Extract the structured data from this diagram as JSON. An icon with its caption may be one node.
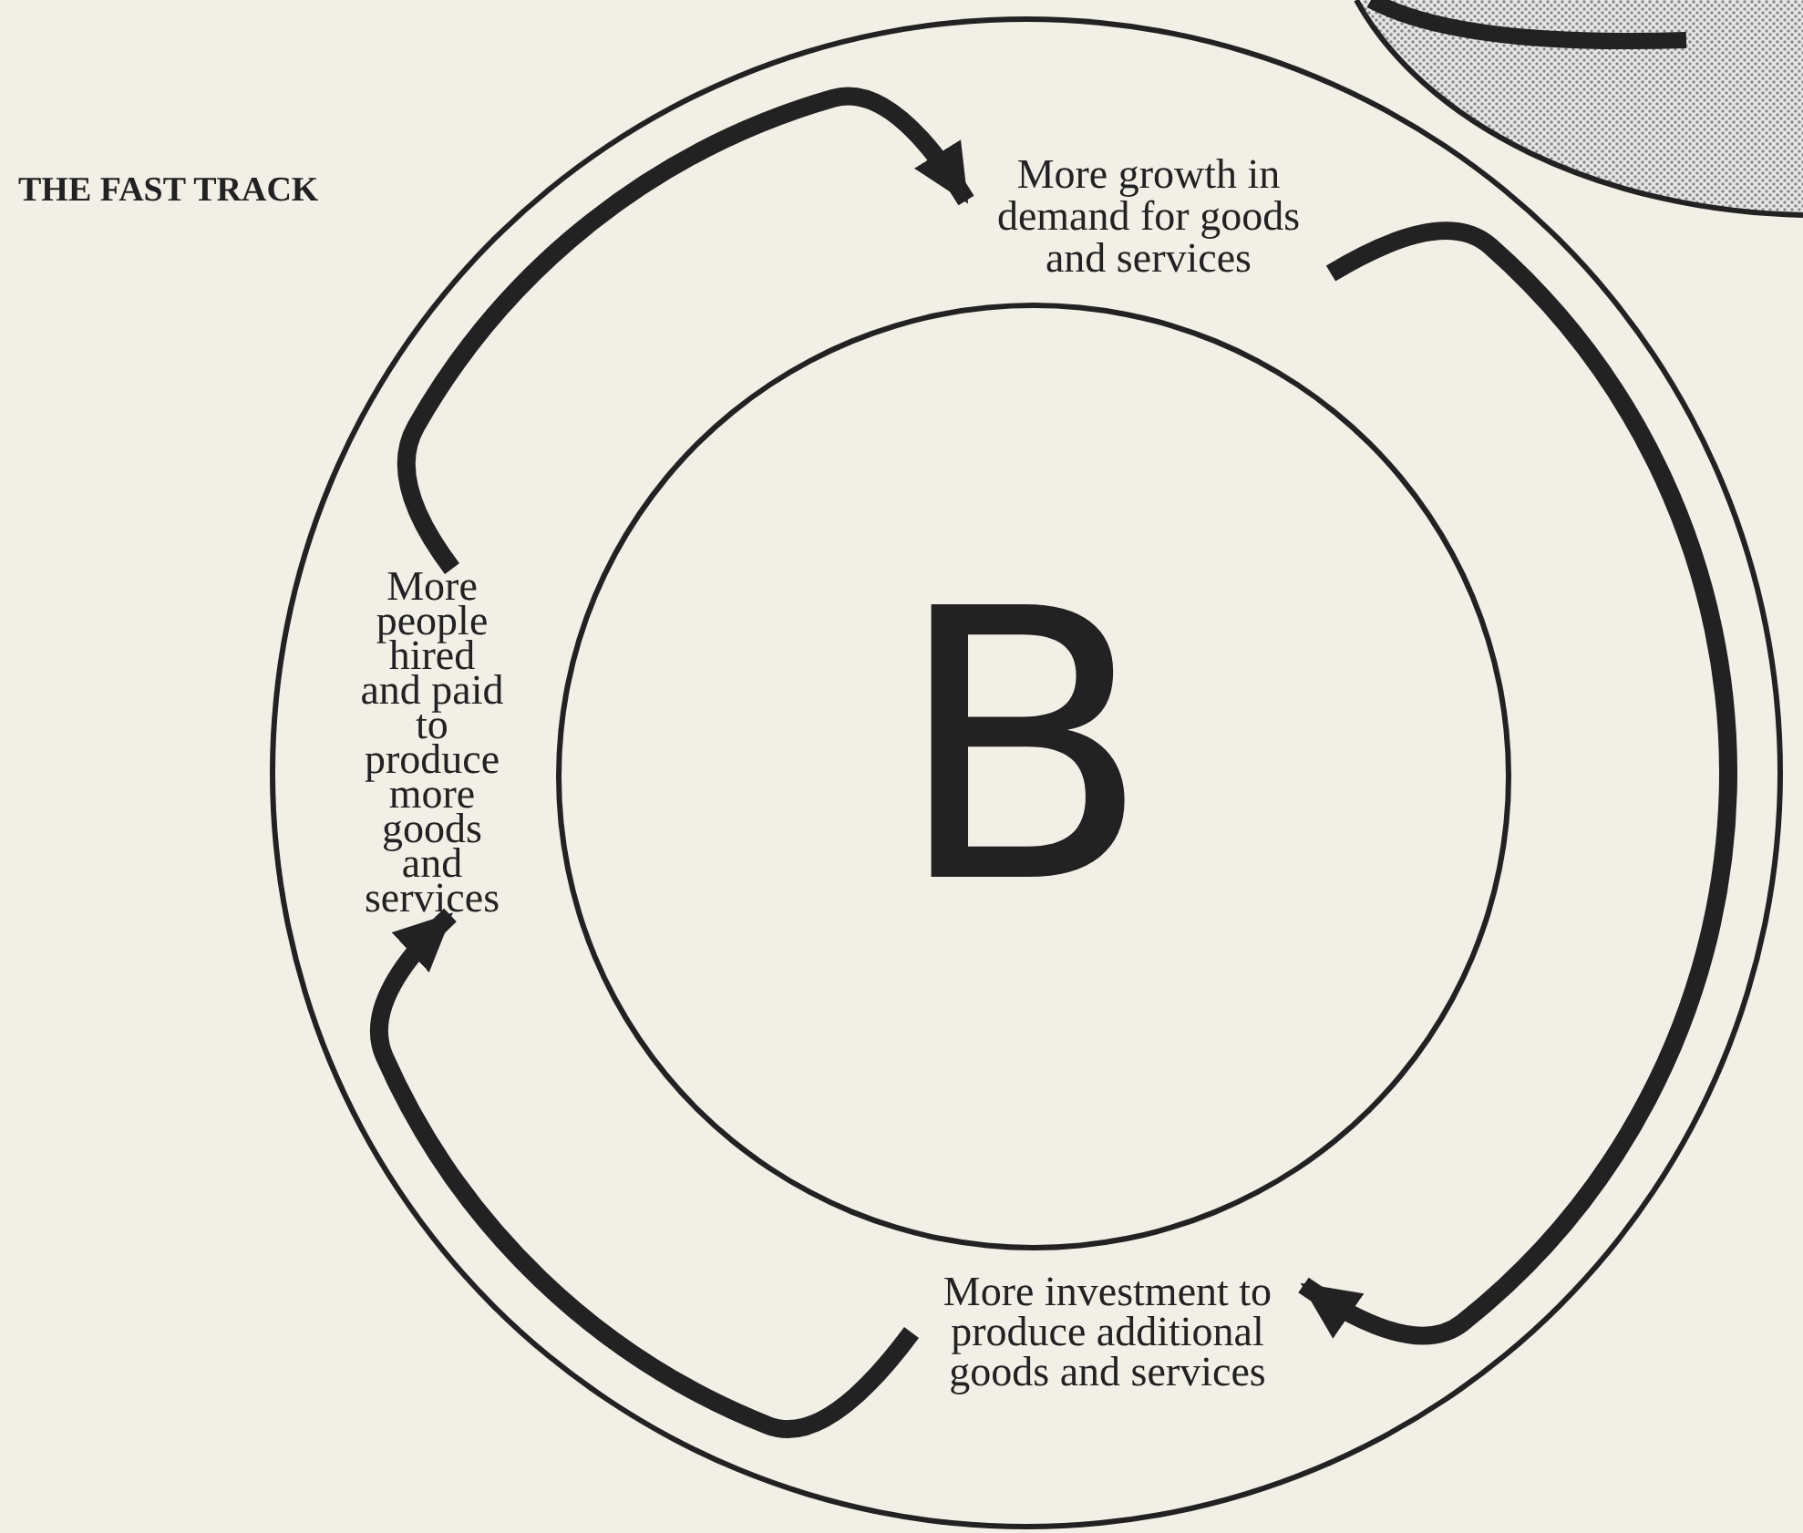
{
  "diagram": {
    "title": "THE FAST TRACK",
    "nodes": [
      {
        "text": [],
        "shape": "circle"
      },
      {
        "text": [
          "More growth in demand for goods and services"
        ],
        "in": 0
      },
      {
        "text": [
          "More investment to produce additional goods and services"
        ],
        "in": 0
      },
      {
        "text": [
          "More people hired and paid to produce more goods and services"
        ],
        "in": 0
      },
      {
        "text": [
          "B"
        ],
        "in": 0
      }
    ],
    "edges": [
      {
        "from": 1,
        "to": 2,
        "arrow": "to"
      },
      {
        "from": 2,
        "to": 3,
        "arrow": "to"
      },
      {
        "from": 3,
        "to": 1,
        "arrow": "to"
      }
    ]
  }
}
